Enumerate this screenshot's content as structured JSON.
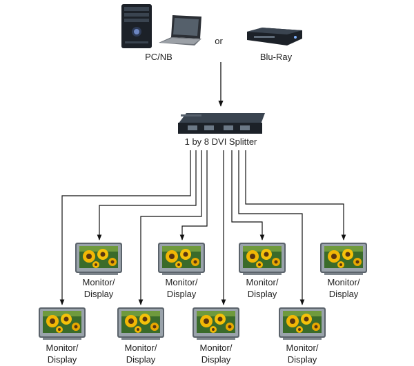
{
  "sources": {
    "pc_label": "PC/NB",
    "or_label": "or",
    "bluray_label": "Blu-Ray"
  },
  "splitter": {
    "label": "1 by 8 DVI Splitter"
  },
  "monitor": {
    "label_line1": "Monitor/",
    "label_line2": "Display"
  },
  "monitors": [
    {
      "id": "m1"
    },
    {
      "id": "m2"
    },
    {
      "id": "m3"
    },
    {
      "id": "m4"
    },
    {
      "id": "m5"
    },
    {
      "id": "m6"
    },
    {
      "id": "m7"
    },
    {
      "id": "m8"
    }
  ],
  "colors": {
    "line": "#111111",
    "device": "#1c2128",
    "sunflower_petal": "#f2b705",
    "leaf": "#3f7a2a"
  }
}
